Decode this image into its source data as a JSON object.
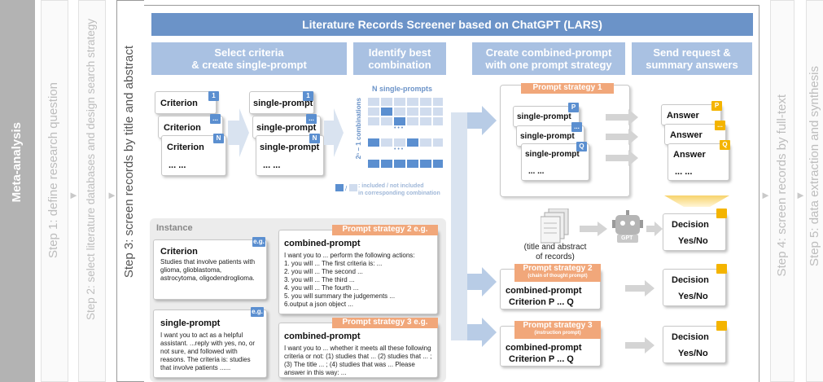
{
  "steps": {
    "meta": "Meta-analysis",
    "step1": "Step 1: define research question",
    "step2": "Step 2: select literature databases and design search strategy",
    "step3": "Step 3: screen records by title and abstract",
    "step4": "Step 4: screen records by full-text",
    "step5": "Step 5: data extraction and synthesis"
  },
  "banner": "Literature Records Screener based on ChatGPT (LARS)",
  "columns": {
    "col1": "Select criteria\n& create single-prompt",
    "col2": "Identify best\ncombination",
    "col3": "Create combined-prompt\nwith one prompt strategy",
    "col4": "Send request &\nsummary answers"
  },
  "criteria": {
    "row1": "Criterion",
    "row2": "Criterion",
    "row3": "Criterion",
    "row4": "... ...",
    "tag1": "1",
    "tag2": "...",
    "tag3": "N"
  },
  "single_prompts": {
    "row1": "single-prompt",
    "row2": "single-prompt",
    "row3": "single-prompt",
    "row4": "... ...",
    "tag1": "1",
    "tag2": "...",
    "tag3": "N"
  },
  "combination": {
    "title": "N single-prompts",
    "ylabel": "2ⁿ − 1 combinations",
    "legend": ": included / not included\nin corresponding combination",
    "dots": "• • •"
  },
  "strategy1": {
    "label": "Prompt strategy 1",
    "row1": "single-prompt",
    "row2": "single-prompt",
    "row3": "single-prompt",
    "row4": "... ...",
    "tag1": "P",
    "tag2": "...",
    "tag3": "Q"
  },
  "answers": {
    "row1": "Answer",
    "row2": "Answer",
    "row3": "Answer",
    "row4": "... ...",
    "tag1": "P",
    "tag2": "...",
    "tag3": "Q"
  },
  "records_caption": "(title and abstract\nof records)",
  "gpt_label": "GPT",
  "decisions": {
    "d1a": "Decision",
    "d1b": "Yes/No",
    "d2a": "Decision",
    "d2b": "Yes/No",
    "d3a": "Decision",
    "d3b": "Yes/No"
  },
  "strategy2": {
    "label": "Prompt strategy 2",
    "sub": "(chain of thought prompt)",
    "line1": "combined-prompt",
    "line2": "Criterion P ... Q"
  },
  "strategy3": {
    "label": "Prompt strategy 3",
    "sub": "(instruction prompt)",
    "line1": "combined-prompt",
    "line2": "Criterion P ... Q"
  },
  "instance": {
    "title": "Instance",
    "eg": "e.g.",
    "criterion_title": "Criterion",
    "criterion_text": "Studies that involve patients with glioma, glioblastoma, astrocytoma, oligodendroglioma.",
    "single_title": "single-prompt",
    "single_text": "I want you to act as a helpful assistant. ...reply with yes, no, or not sure, and followed with reasons. The criteria is: studies that involve patients ......",
    "ps2_label": "Prompt strategy 2 e.g.",
    "ps2_title": "combined-prompt",
    "ps2_lines": [
      "I want you to ... perform the following actions:",
      "1. you will ... The first criteria is: ...",
      "2. you will ... The second ...",
      "3. you will ... The third ...",
      "4. you will ... The fourth ...",
      "5. you will summary the judgements ...",
      "6.output a json object ..."
    ],
    "ps3_label": "Prompt strategy 3 e.g.",
    "ps3_title": "combined-prompt",
    "ps3_text": "I want you to ... whether it meets all these following criteria or not: (1) studies that ... (2) studies that ... ; (3) The title ... ; (4) studies that was ... Please answer in this way: ..."
  },
  "colors": {
    "banner": "#6b93c8",
    "header": "#a9c1e2",
    "orange": "#f1a77a",
    "blue_tag": "#5b8fd0",
    "yellow_tag": "#f4b400",
    "meta_strip": "#b3b3b3"
  }
}
